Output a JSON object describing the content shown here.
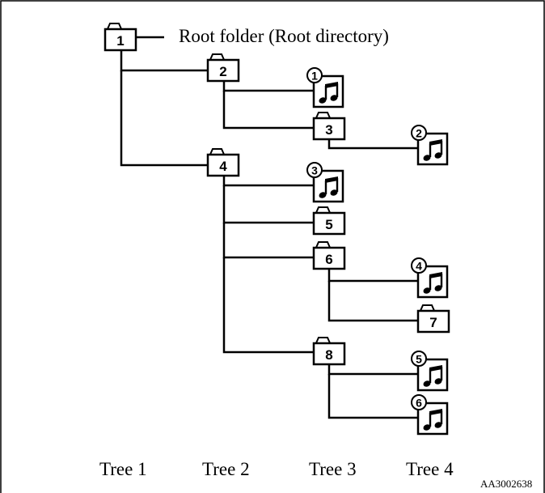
{
  "root_label": "Root folder (Root directory)",
  "trees": [
    "Tree 1",
    "Tree 2",
    "Tree 3",
    "Tree 4"
  ],
  "figure_code": "AA3002638",
  "folders": [
    {
      "id": "folder-1",
      "number": "1"
    },
    {
      "id": "folder-2",
      "number": "2"
    },
    {
      "id": "folder-3",
      "number": "3"
    },
    {
      "id": "folder-4",
      "number": "4"
    },
    {
      "id": "folder-5",
      "number": "5"
    },
    {
      "id": "folder-6",
      "number": "6"
    },
    {
      "id": "folder-7",
      "number": "7"
    },
    {
      "id": "folder-8",
      "number": "8"
    }
  ],
  "files": [
    {
      "id": "file-1",
      "number": "1"
    },
    {
      "id": "file-2",
      "number": "2"
    },
    {
      "id": "file-3",
      "number": "3"
    },
    {
      "id": "file-4",
      "number": "4"
    },
    {
      "id": "file-5",
      "number": "5"
    },
    {
      "id": "file-6",
      "number": "6"
    }
  ],
  "colors": {
    "line": "#000000",
    "background": "#ffffff"
  }
}
